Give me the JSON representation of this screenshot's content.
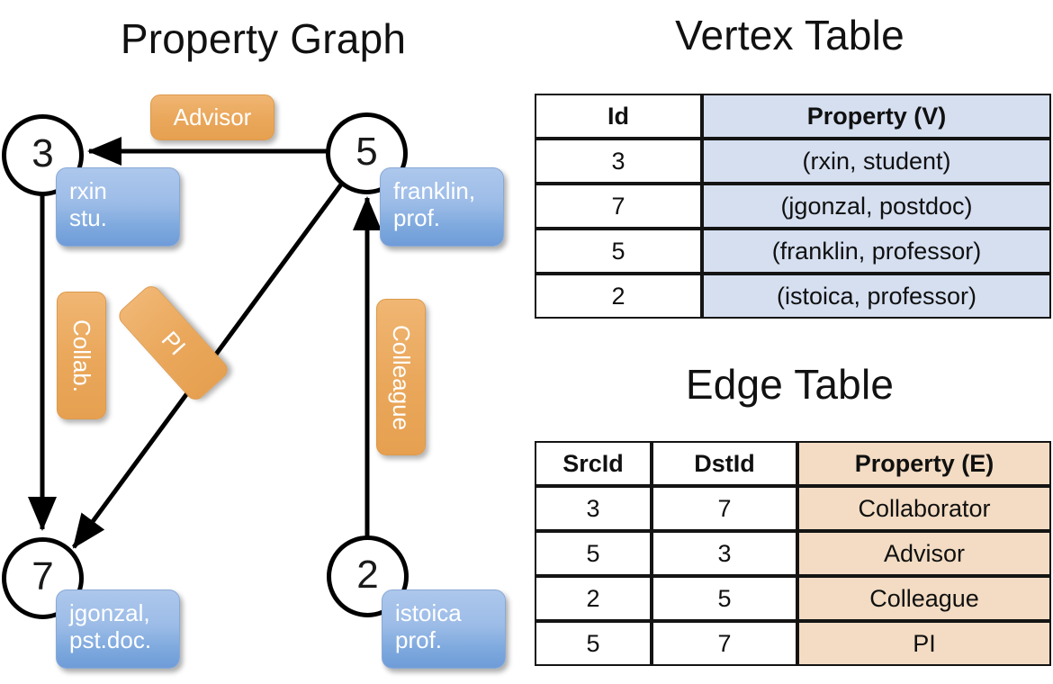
{
  "titles": {
    "property_graph": "Property Graph",
    "vertex_table": "Vertex Table",
    "edge_table": "Edge Table"
  },
  "graph": {
    "nodes": [
      {
        "id": "3",
        "label": "3",
        "property_lines": [
          "rxin",
          "stu."
        ]
      },
      {
        "id": "5",
        "label": "5",
        "property_lines": [
          "franklin,",
          "prof."
        ]
      },
      {
        "id": "7",
        "label": "7",
        "property_lines": [
          "jgonzal,",
          "pst.doc."
        ]
      },
      {
        "id": "2",
        "label": "2",
        "property_lines": [
          "istoica",
          "prof."
        ]
      }
    ],
    "edge_labels": [
      {
        "name": "advisor",
        "text": "Advisor"
      },
      {
        "name": "collab",
        "text": "Collab."
      },
      {
        "name": "pi",
        "text": "PI"
      },
      {
        "name": "colleague",
        "text": "Colleague"
      }
    ]
  },
  "vertex_table": {
    "headers": [
      "Id",
      "Property (V)"
    ],
    "rows": [
      [
        "3",
        "(rxin, student)"
      ],
      [
        "7",
        "(jgonzal, postdoc)"
      ],
      [
        "5",
        "(franklin, professor)"
      ],
      [
        "2",
        "(istoica, professor)"
      ]
    ]
  },
  "edge_table": {
    "headers": [
      "SrcId",
      "DstId",
      "Property (E)"
    ],
    "rows": [
      [
        "3",
        "7",
        "Collaborator"
      ],
      [
        "5",
        "3",
        "Advisor"
      ],
      [
        "2",
        "5",
        "Colleague"
      ],
      [
        "5",
        "7",
        "PI"
      ]
    ]
  },
  "colors": {
    "orange_label": "#eaa85c",
    "blue_callout": "#8fb3e3",
    "table_blue_fill": "#d5dff0",
    "table_peach_fill": "#f3dcc3",
    "stroke": "#000000"
  }
}
